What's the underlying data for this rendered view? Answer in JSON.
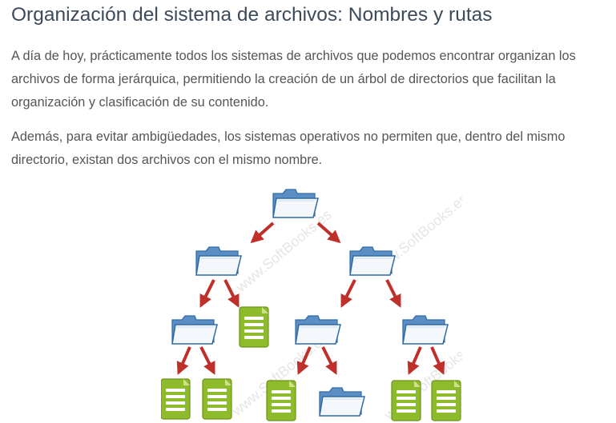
{
  "article": {
    "title": "Organización del sistema de archivos: Nombres y rutas",
    "paragraphs": [
      "A día de hoy, prácticamente todos los sistemas de archivos que podemos encontrar organizan los archivos de forma jerárquica, permitiendo la creación de un árbol de directorios que facilitan la organización y clasificación de su contenido.",
      "Además, para evitar ambigüedades, los sistemas operativos no permiten que, dentro del mismo directorio, existan dos archivos con el mismo nombre."
    ]
  },
  "figure": {
    "watermark": "www.SoftBooks.es",
    "colors": {
      "folder_back": "#5b8fc4",
      "folder_front": "#ffffff",
      "folder_outline": "#2f6aa8",
      "arrow": "#c0302b",
      "document": "#8dbb2c",
      "document_lines": "#ffffff"
    },
    "icons": [
      "folder-icon",
      "document-icon",
      "arrow-icon"
    ]
  }
}
